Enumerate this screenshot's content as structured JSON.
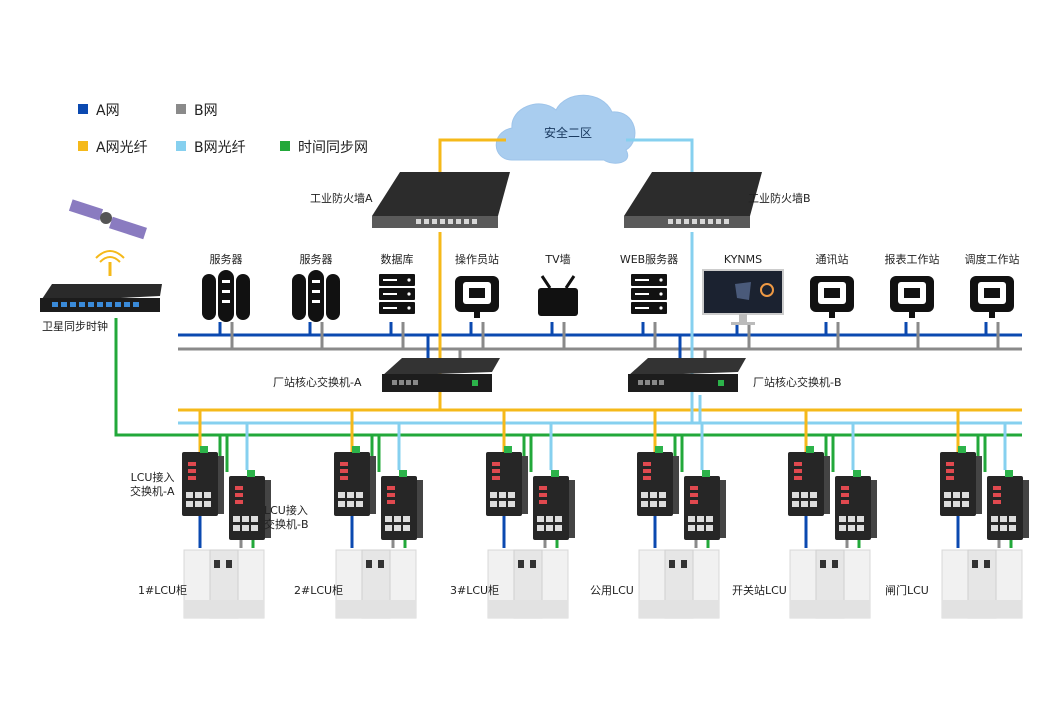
{
  "legend": [
    {
      "label": "A网",
      "color": "#0b49b0"
    },
    {
      "label": "B网",
      "color": "#8a8a8a"
    },
    {
      "label": "A网光纤",
      "color": "#f5b91a"
    },
    {
      "label": "B网光纤",
      "color": "#86d0ef"
    },
    {
      "label": "时间同步网",
      "color": "#22a83a"
    }
  ],
  "cloud_label": "安全二区",
  "firewall_a": "工业防火墙A",
  "firewall_b": "工业防火墙B",
  "clock_label": "卫星同步时钟",
  "core_a": "厂站核心交换机-A",
  "core_b": "厂站核心交换机-B",
  "lcu_switch_a": "LCU接入\n交换机-A",
  "lcu_switch_b": "LCU接入\n交换机-B",
  "stations": [
    {
      "label": "服务器",
      "icon": "server-tower-icon"
    },
    {
      "label": "服务器",
      "icon": "server-tower-icon"
    },
    {
      "label": "数据库",
      "icon": "database-icon"
    },
    {
      "label": "操作员站",
      "icon": "operator-station-icon"
    },
    {
      "label": "TV墙",
      "icon": "tv-icon"
    },
    {
      "label": "WEB服务器",
      "icon": "web-server-icon"
    },
    {
      "label": "KYNMS",
      "icon": "monitor-icon"
    },
    {
      "label": "通讯站",
      "icon": "comm-station-icon"
    },
    {
      "label": "报表工作站",
      "icon": "report-station-icon"
    },
    {
      "label": "调度工作站",
      "icon": "dispatch-station-icon"
    }
  ],
  "lcu_cabinets": [
    "1#LCU柜",
    "2#LCU柜",
    "3#LCU柜",
    "公用LCU",
    "开关站LCU",
    "闸门LCU"
  ]
}
